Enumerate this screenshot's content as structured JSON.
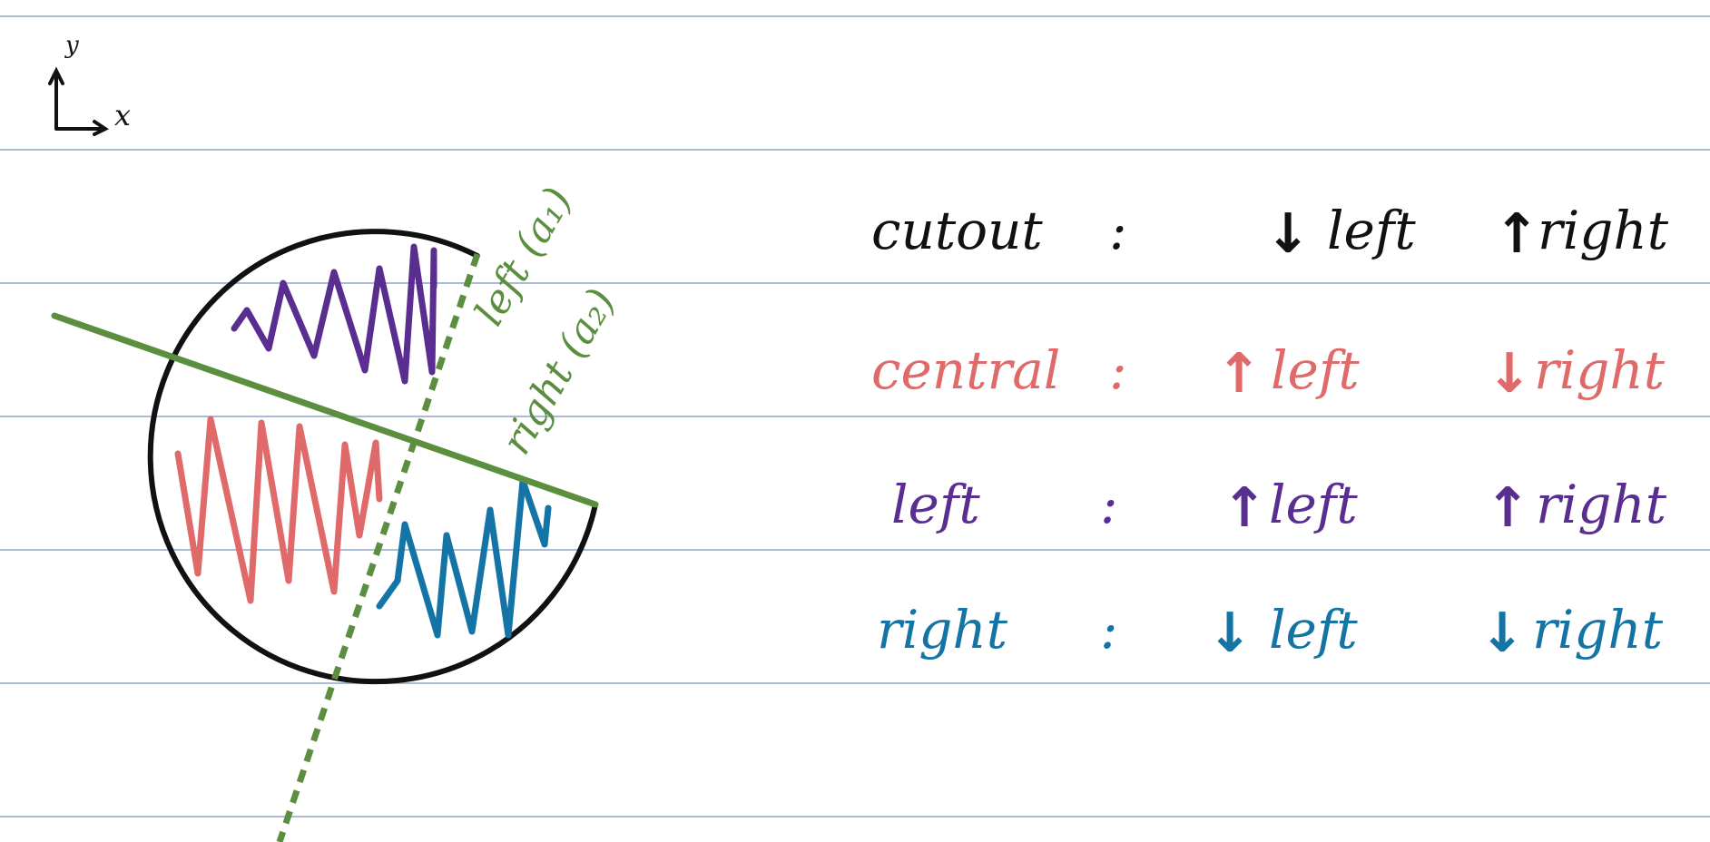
{
  "colors": {
    "rule": "#a9bcd3",
    "ink": "#111111",
    "green": "#5b8e3f",
    "red": "#e06a6a",
    "purple": "#5a2d91",
    "blue": "#1574a6"
  },
  "axes": {
    "y_label": "y",
    "x_label": "x"
  },
  "diagram_labels": {
    "left_label": "left (a₁)",
    "right_label": "right (a₂)"
  },
  "table": {
    "rows": [
      {
        "name": "cutout",
        "colon": ":",
        "left_arrow": "↓",
        "left_text": "left",
        "right_arrow": "↑",
        "right_text": "right",
        "color": "#111111"
      },
      {
        "name": "central",
        "colon": ":",
        "left_arrow": "↑",
        "left_text": "left",
        "right_arrow": "↓",
        "right_text": "right",
        "color": "#e06a6a"
      },
      {
        "name": "left",
        "colon": ":",
        "left_arrow": "↑",
        "left_text": "left",
        "right_arrow": "↑",
        "right_text": "right",
        "color": "#5a2d91"
      },
      {
        "name": "right",
        "colon": ":",
        "left_arrow": "↓",
        "left_text": "left",
        "right_arrow": "↓",
        "right_text": "right",
        "color": "#1574a6"
      }
    ]
  }
}
